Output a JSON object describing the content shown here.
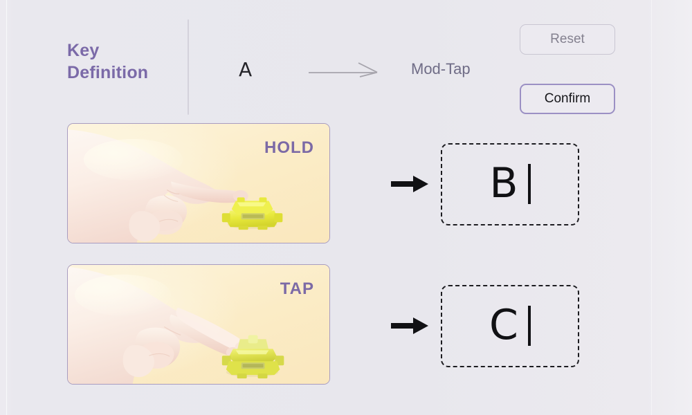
{
  "header": {
    "title_line1": "Key",
    "title_line2": "Definition",
    "source_key": "A",
    "mapping_arrow_icon": "long-right-arrow-icon",
    "target_mode": "Mod-Tap",
    "divider_icon": "vertical-divider"
  },
  "actions": {
    "reset_label": "Reset",
    "confirm_label": "Confirm"
  },
  "panels": [
    {
      "id": "hold",
      "label": "HOLD",
      "illustration": "hand-pressing-and-holding-yellow-mechanical-switch"
    },
    {
      "id": "tap",
      "label": "TAP",
      "illustration": "hand-tapping-yellow-mechanical-switch"
    }
  ],
  "outputs": [
    {
      "id": "hold-output",
      "arrow_icon": "bold-right-arrow-icon",
      "value": "B",
      "caret_icon": "text-caret"
    },
    {
      "id": "tap-output",
      "arrow_icon": "bold-right-arrow-icon",
      "value": "C",
      "caret_icon": "text-caret"
    }
  ],
  "colors": {
    "background": "#e9e8ee",
    "accent_purple": "#7b6aa8",
    "panel_background": "#fbedc9",
    "panel_border": "#a89cc0",
    "confirm_border": "#9b90c4",
    "reset_border": "#c9c6d2",
    "text_dark": "#16161a",
    "text_muted": "#6f6c86",
    "switch_yellow": "#e8e83c"
  }
}
